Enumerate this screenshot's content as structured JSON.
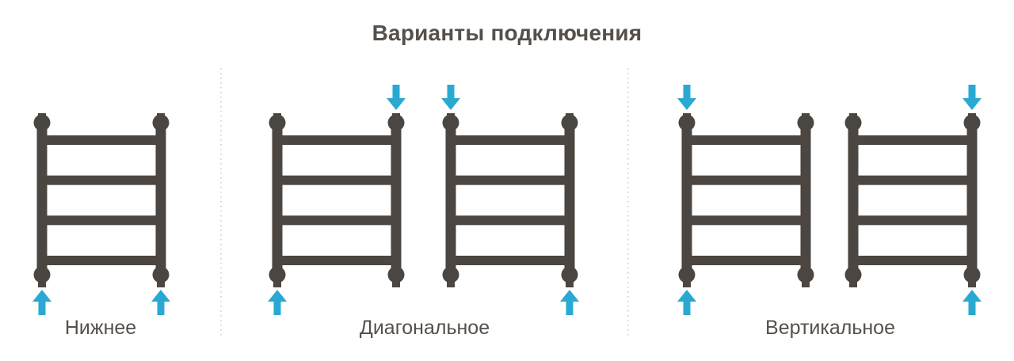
{
  "title": "Варианты подключения",
  "colors": {
    "pipe": "#4B4641",
    "arrow": "#29A9D2",
    "text": "#55504B",
    "divider": "#D8D8D8",
    "background": "#FFFFFF"
  },
  "icons": {
    "radiator": "towel-rail-icon",
    "arrow_up": "flow-arrow-up-icon",
    "arrow_down": "flow-arrow-down-icon"
  },
  "groups": [
    {
      "label": "Нижнее",
      "radiators": [
        {
          "rungs": 4,
          "arrows": [
            {
              "corner": "bottom-left",
              "direction": "up"
            },
            {
              "corner": "bottom-right",
              "direction": "up"
            }
          ]
        }
      ]
    },
    {
      "label": "Диагональное",
      "radiators": [
        {
          "rungs": 4,
          "arrows": [
            {
              "corner": "top-right",
              "direction": "down"
            },
            {
              "corner": "bottom-left",
              "direction": "up"
            }
          ]
        },
        {
          "rungs": 4,
          "arrows": [
            {
              "corner": "top-left",
              "direction": "down"
            },
            {
              "corner": "bottom-right",
              "direction": "up"
            }
          ]
        }
      ]
    },
    {
      "label": "Вертикальное",
      "radiators": [
        {
          "rungs": 4,
          "arrows": [
            {
              "corner": "top-left",
              "direction": "down"
            },
            {
              "corner": "bottom-left",
              "direction": "up"
            }
          ]
        },
        {
          "rungs": 4,
          "arrows": [
            {
              "corner": "top-right",
              "direction": "down"
            },
            {
              "corner": "bottom-right",
              "direction": "up"
            }
          ]
        }
      ]
    }
  ]
}
